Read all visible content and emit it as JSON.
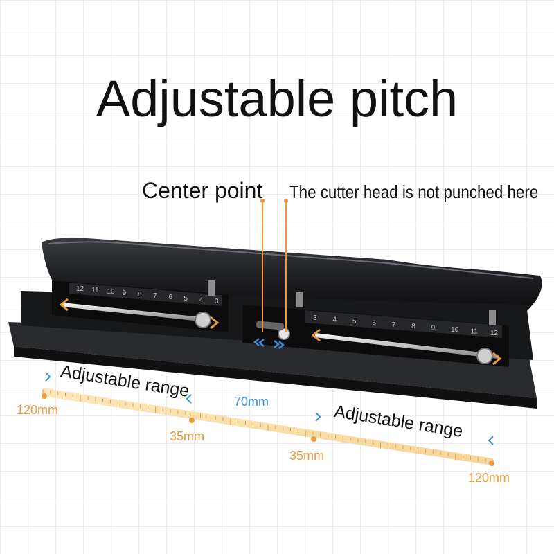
{
  "title": "Adjustable pitch",
  "callouts": {
    "center_point": "Center point",
    "cutter_head": "The cutter head is not punched here"
  },
  "ranges": {
    "left_label": "Adjustable range",
    "right_label": "Adjustable range"
  },
  "measurements": {
    "left_outer": "120mm",
    "left_inner": "35mm",
    "center": "70mm",
    "right_inner": "35mm",
    "right_outer": "120mm"
  },
  "scale_left": [
    "12",
    "11",
    "10",
    "9",
    "8",
    "7",
    "6",
    "5",
    "4",
    "3"
  ],
  "scale_right": [
    "3",
    "4",
    "5",
    "6",
    "7",
    "8",
    "9",
    "10",
    "11",
    "12"
  ],
  "colors": {
    "accent_orange": "#e89a3c",
    "accent_blue": "#3a8ed6",
    "device_body": "#1b1c1e"
  },
  "icons": [
    "chevron-right-icon",
    "chevron-left-icon",
    "double-chevron-left-icon",
    "double-chevron-right-icon"
  ]
}
